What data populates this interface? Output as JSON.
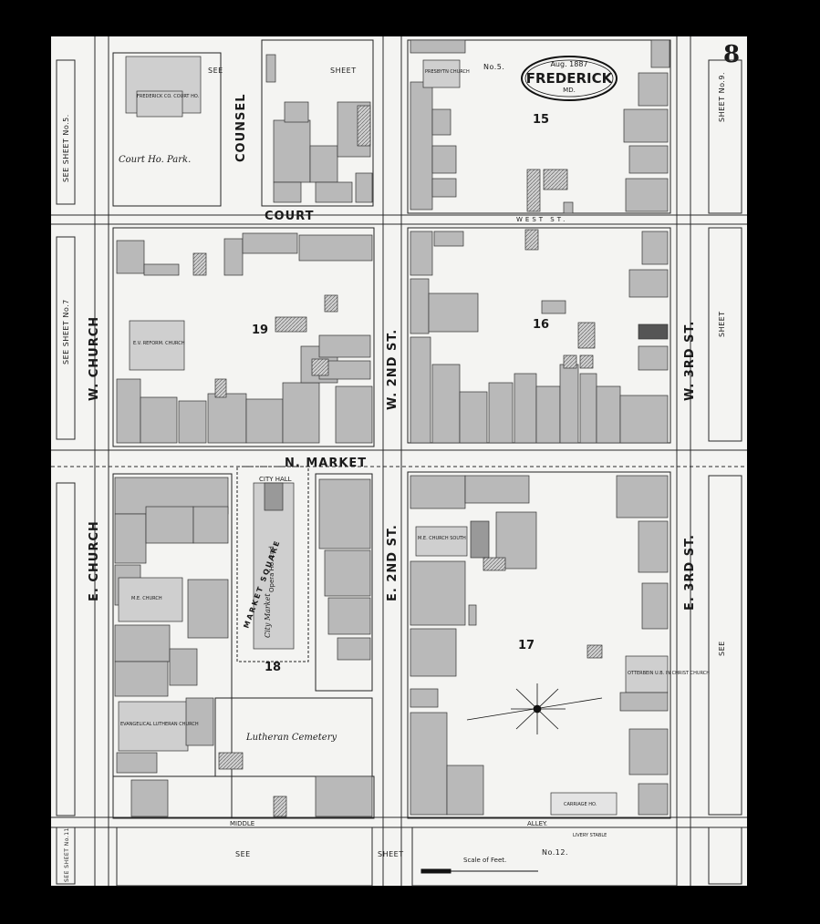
{
  "header": {
    "sheet_number": "8",
    "cartouche_date": "Aug. 1887",
    "cartouche_city": "FREDERICK",
    "cartouche_state": "MD."
  },
  "streets": {
    "court": "COURT",
    "counsel": "COUNSEL",
    "w_church": "W. CHURCH",
    "e_church": "E. CHURCH",
    "n_market": "N. MARKET",
    "w_2nd": "W. 2ND ST.",
    "e_2nd": "E. 2ND ST.",
    "w_3rd": "W. 3RD ST.",
    "e_3rd": "E. 3RD ST.",
    "west_st": "WEST ST.",
    "middle_alley": "MIDDLE",
    "alley": "ALLEY.",
    "market_square": "MARKET SQUARE"
  },
  "blocks": {
    "b15": "15",
    "b16": "16",
    "b17": "17",
    "b18": "18",
    "b19": "19"
  },
  "labels": {
    "courthouse": "FREDERICK CO. COURT HO.",
    "courthouse_park": "Court Ho. Park.",
    "presbyterian": "PRESBYTN CHURCH",
    "ev_reform": "E.V. REFORM. CHURCH",
    "me_church": "M.E. CHURCH",
    "me_church_south": "M.E. CHURCH SOUTH",
    "evangelical_lutheran": "EVANGELICAL LUTHERAN CHURCH",
    "lutheran_cemetery": "Lutheran Cemetery",
    "city_hall": "CITY HALL",
    "opera": "Opera Ho. 2nd",
    "city_market": "City Market",
    "otterbein": "OTTERBEIN U.B. IN CHRIST CHURCH",
    "carriage": "CARRIAGE HO.",
    "livery": "LIVERY STABLE",
    "scale": "Scale of Feet."
  },
  "sheet_refs": {
    "left_top": "SEE SHEET No.5.",
    "left_mid": "SEE SHEET No.7",
    "left_bottom": "SEE SHEET No.11",
    "top_see": "SEE",
    "top_sheet": "SHEET",
    "top_no5": "No.5.",
    "right_top": "SHEET No.9.",
    "right_mid_see": "SEE",
    "right_mid_sheet": "SHEET",
    "bottom_see": "SEE",
    "bottom_sheet": "SHEET",
    "bottom_no12": "No.12."
  },
  "colors": {
    "paper": "#f4f4f2",
    "ink": "#1a1a1a",
    "building": "#b9b9b9",
    "frame": "#000000"
  }
}
